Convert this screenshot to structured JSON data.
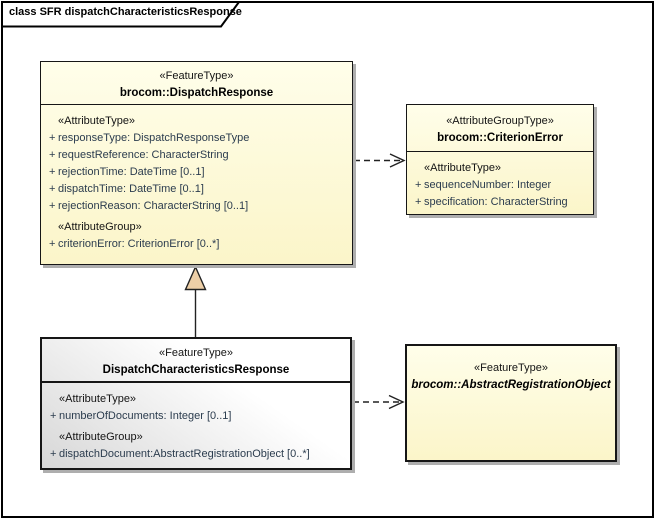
{
  "frame": {
    "title": "class SFR dispatchCharacteristicsResponse"
  },
  "colors": {
    "class_fill_top": "#fffeea",
    "class_fill_bottom": "#fbf5c9",
    "focus_fill_top": "#ffffff",
    "focus_fill_bottom": "#d7d7d7",
    "border": "#161616",
    "shadow": "#aeaeae",
    "attribute_text": "#2b3c4e",
    "generalization_arrow_fill": "#edcfa7"
  },
  "classes": [
    {
      "stereotype": "«FeatureType»",
      "name": "brocom::DispatchResponse",
      "sections": [
        {
          "heading": "«AttributeType»",
          "rows": [
            {
              "visibility": "+",
              "text": "responseType: DispatchResponseType"
            },
            {
              "visibility": "+",
              "text": "requestReference: CharacterString"
            },
            {
              "visibility": "+",
              "text": "rejectionTime: DateTime [0..1]"
            },
            {
              "visibility": "+",
              "text": "dispatchTime: DateTime [0..1]"
            },
            {
              "visibility": "+",
              "text": "rejectionReason: CharacterString [0..1]"
            }
          ]
        },
        {
          "heading": "«AttributeGroup»",
          "rows": [
            {
              "visibility": "+",
              "text": "criterionError: CriterionError [0..*]"
            }
          ]
        }
      ]
    },
    {
      "stereotype": "«AttributeGroupType»",
      "name": "brocom::CriterionError",
      "sections": [
        {
          "heading": "«AttributeType»",
          "rows": [
            {
              "visibility": "+",
              "text": "sequenceNumber: Integer"
            },
            {
              "visibility": "+",
              "text": "specification: CharacterString"
            }
          ]
        }
      ]
    },
    {
      "stereotype": "«FeatureType»",
      "name": "DispatchCharacteristicsResponse",
      "sections": [
        {
          "heading": "«AttributeType»",
          "rows": [
            {
              "visibility": "+",
              "text": "numberOfDocuments: Integer [0..1]"
            }
          ]
        },
        {
          "heading": "«AttributeGroup»",
          "rows": [
            {
              "visibility": "+",
              "text": "dispatchDocument:AbstractRegistrationObject [0..*]"
            }
          ]
        }
      ]
    },
    {
      "stereotype": "«FeatureType»",
      "name": "brocom::AbstractRegistrationObject",
      "sections": []
    }
  ],
  "connectors": [
    {
      "type": "dependency",
      "from": "brocom::DispatchResponse",
      "to": "brocom::CriterionError",
      "line": "dashed",
      "head": "open-arrow"
    },
    {
      "type": "generalization",
      "from": "DispatchCharacteristicsResponse",
      "to": "brocom::DispatchResponse",
      "line": "solid",
      "head": "hollow-triangle"
    },
    {
      "type": "dependency",
      "from": "DispatchCharacteristicsResponse",
      "to": "brocom::AbstractRegistrationObject",
      "line": "dashed",
      "head": "open-arrow"
    }
  ]
}
